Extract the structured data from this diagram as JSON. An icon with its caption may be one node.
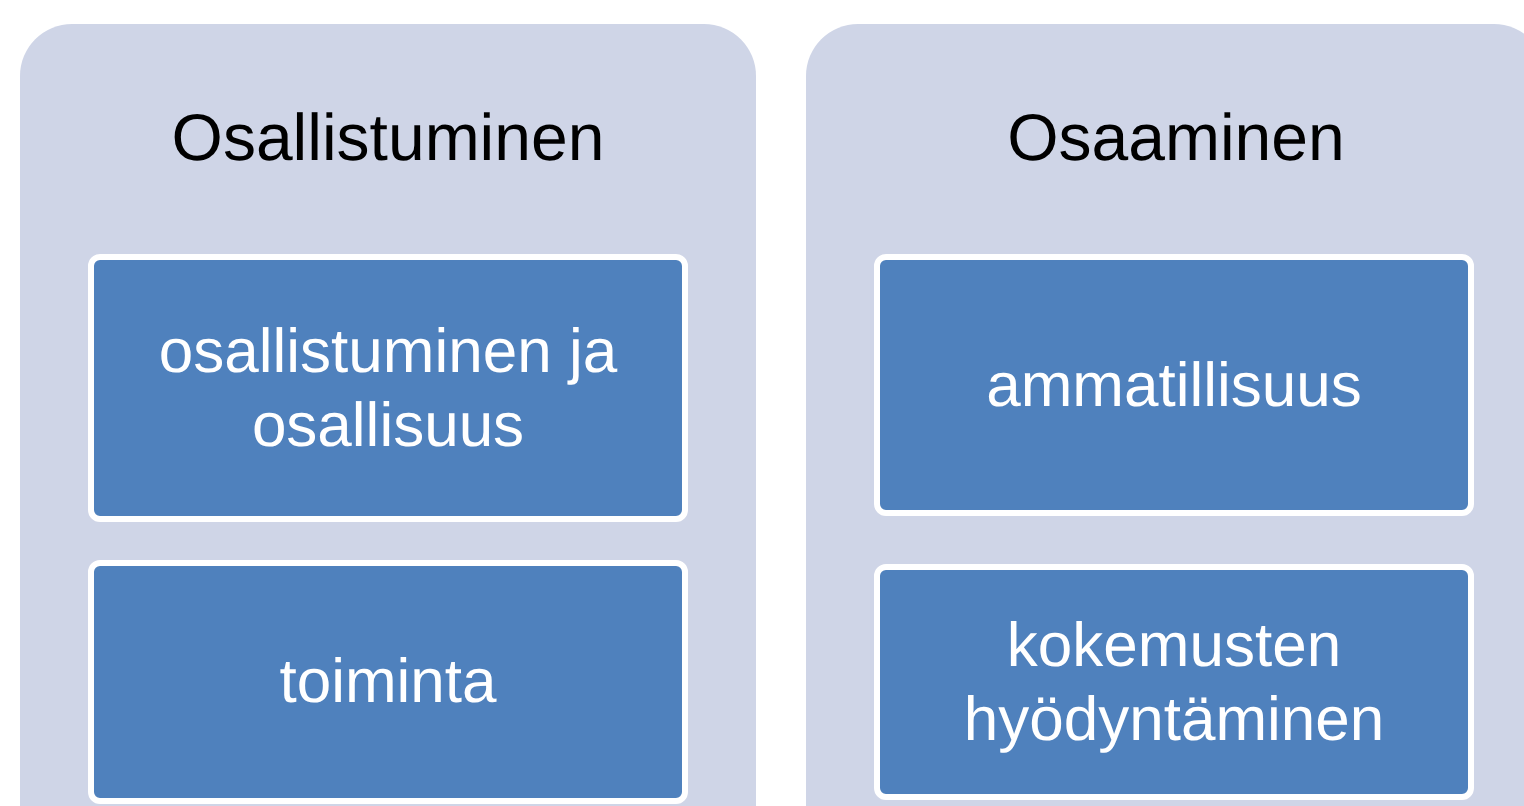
{
  "diagram": {
    "nodes": [
      {
        "text": [
          "Osallistuminen"
        ]
      },
      {
        "text": [
          "osallistuminen ja osallisuus"
        ],
        "in": 0
      },
      {
        "text": [
          "toiminta"
        ],
        "in": 0
      },
      {
        "text": [
          "Osaaminen"
        ]
      },
      {
        "text": [
          "ammatillisuus"
        ],
        "in": 3
      },
      {
        "text": [
          "kokemusten hyödyntäminen"
        ],
        "in": 3
      }
    ],
    "edges": []
  }
}
